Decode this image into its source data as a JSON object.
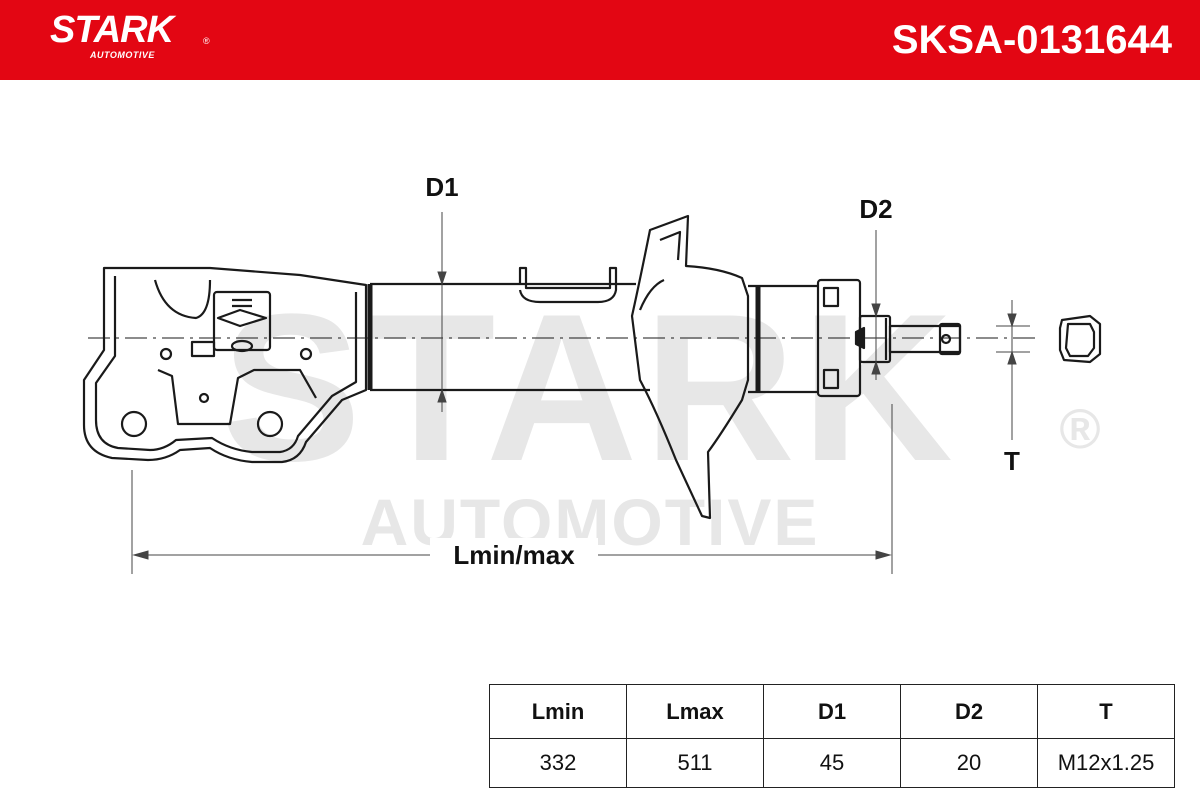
{
  "brand": {
    "name": "STARK",
    "registered_mark": "®",
    "tagline": "AUTOMOTIVE",
    "watermark_main": "STARK",
    "watermark_sub": "AUTOMOTIVE"
  },
  "colors": {
    "brand_red": "#e30613",
    "line": "#1a1a1a",
    "watermark": "#e6e6e6"
  },
  "part_number": "SKSA-0131644",
  "dimension_labels": {
    "d1": "D1",
    "d2": "D2",
    "t": "T",
    "length": "Lmin/max"
  },
  "spec_table": {
    "headers": [
      "Lmin",
      "Lmax",
      "D1",
      "D2",
      "T"
    ],
    "values": [
      "332",
      "511",
      "45",
      "20",
      "M12x1.25"
    ]
  }
}
